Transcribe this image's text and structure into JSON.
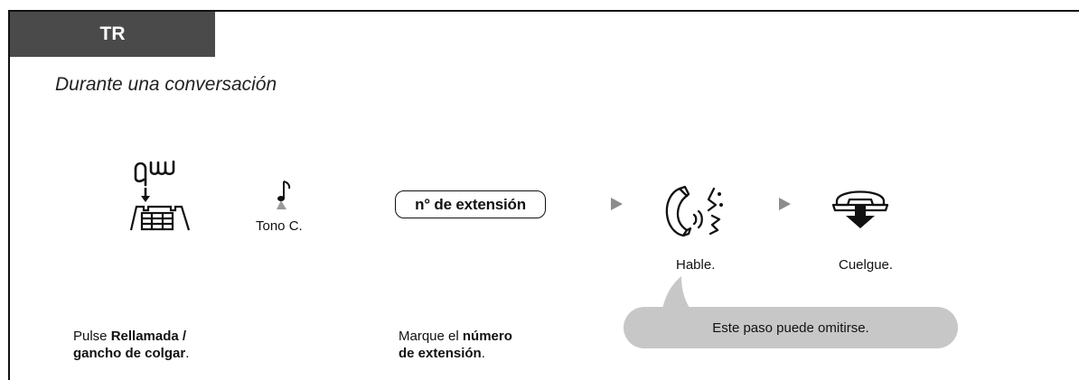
{
  "tab": {
    "label": "TR"
  },
  "subtitle": "Durante una conversación",
  "step1": {
    "icon": "press-flash-hookswitch-icon",
    "note_prefix": "Pulse ",
    "note_bold1": "Rellamada /",
    "note_bold2": "gancho de colgar",
    "note_suffix": "."
  },
  "tone": {
    "icon": "musical-note-icon",
    "label": "Tono C."
  },
  "extension": {
    "box_label": "n° de extensión",
    "note_prefix": "Marque el ",
    "note_bold1": "número",
    "note_bold2": "de extensión",
    "note_suffix": "."
  },
  "talk": {
    "icon": "talk-handset-icon",
    "label": "Hable."
  },
  "hangup": {
    "icon": "hang-up-icon",
    "label": "Cuelgue."
  },
  "bubble": {
    "text": "Este paso puede omitirse."
  },
  "colors": {
    "tab_bg": "#4a4a4a",
    "arrow": "#8c8c8c",
    "bubble_bg": "#c7c7c7"
  }
}
